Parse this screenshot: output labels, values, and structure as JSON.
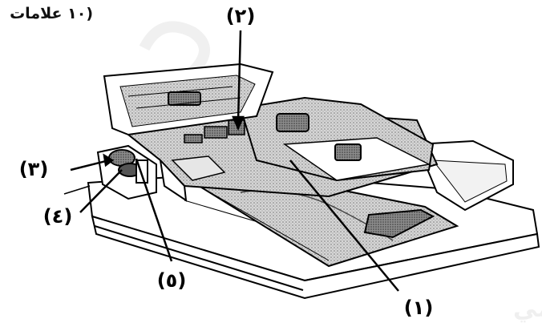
{
  "heading": "(١٠ علامات",
  "callouts": [
    {
      "id": "1",
      "label": "(١)"
    },
    {
      "id": "2",
      "label": "(٢)"
    },
    {
      "id": "3",
      "label": "(٣)"
    },
    {
      "id": "4",
      "label": "(٤)"
    },
    {
      "id": "5",
      "label": "(٥)"
    }
  ],
  "watermark": {
    "text": "من موقع الأوائل التعليمي",
    "color": "#efefef"
  },
  "colors": {
    "line": "#000000",
    "shade": "#bdbdbd",
    "dark": "#6e6e6e"
  }
}
